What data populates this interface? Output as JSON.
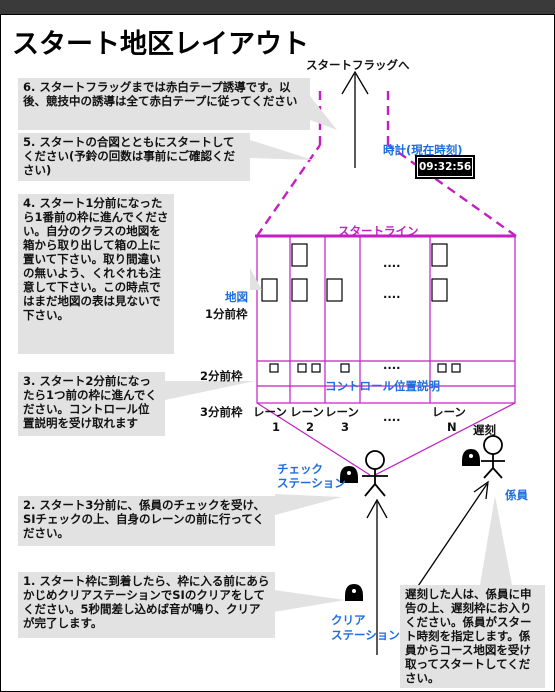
{
  "title": "スタート地区レイアウト",
  "labels": {
    "to_flag": "スタートフラッグへ",
    "clock_caption": "時計(現在時刻)",
    "clock_time": "09:32:56",
    "start_line": "スタートライン",
    "map": "地図",
    "row_1min": "1分前枠",
    "row_2min": "2分前枠",
    "row_3min": "3分前枠",
    "control_desc": "コントロール位置説明",
    "lane": "レーン",
    "lane_nums": [
      "1",
      "2",
      "3",
      "N"
    ],
    "dots": "....",
    "late": "遅刻",
    "check_station": "チェック\nステーション",
    "staff": "係員",
    "clear_station": "クリア\nステーション"
  },
  "notes": {
    "n6": "6. スタートフラッグまでは赤白テープ誘導です。以後、競技中の誘導は全て赤白テープに従ってください",
    "n5": "5. スタートの合図とともにスタートしてください(予鈴の回数は事前にご確認ください)",
    "n4": "4. スタート1分前になったら1番前の枠に進んでください。自分のクラスの地図を箱から取り出して箱の上に置いて下さい。取り間違いの無いよう、くれぐれも注意して下さい。この時点ではまだ地図の表は見ないで下さい。",
    "n3": "3. スタート2分前になったら1つ前の枠に進んでください。コントロール位置説明を受け取れます",
    "n2": "2. スタート3分前に、係員のチェックを受け、SIチェックの上、自身のレーンの前に行ってください。",
    "n1": "1. スタート枠に到着したら、枠に入る前にあらかじめクリアステーションでSIのクリアをしてください。5秒間差し込めば音が鳴り、クリアが完了します。",
    "late": "遅刻した人は、係員に申告の上、遅刻枠にお入りください。係員がスタート時刻を指定します。係員からコース地図を受け取ってスタートしてください。"
  },
  "colors": {
    "accent": "#c41ec4",
    "blue": "#1d6fe0",
    "note_bg": "#e2e2e2"
  }
}
